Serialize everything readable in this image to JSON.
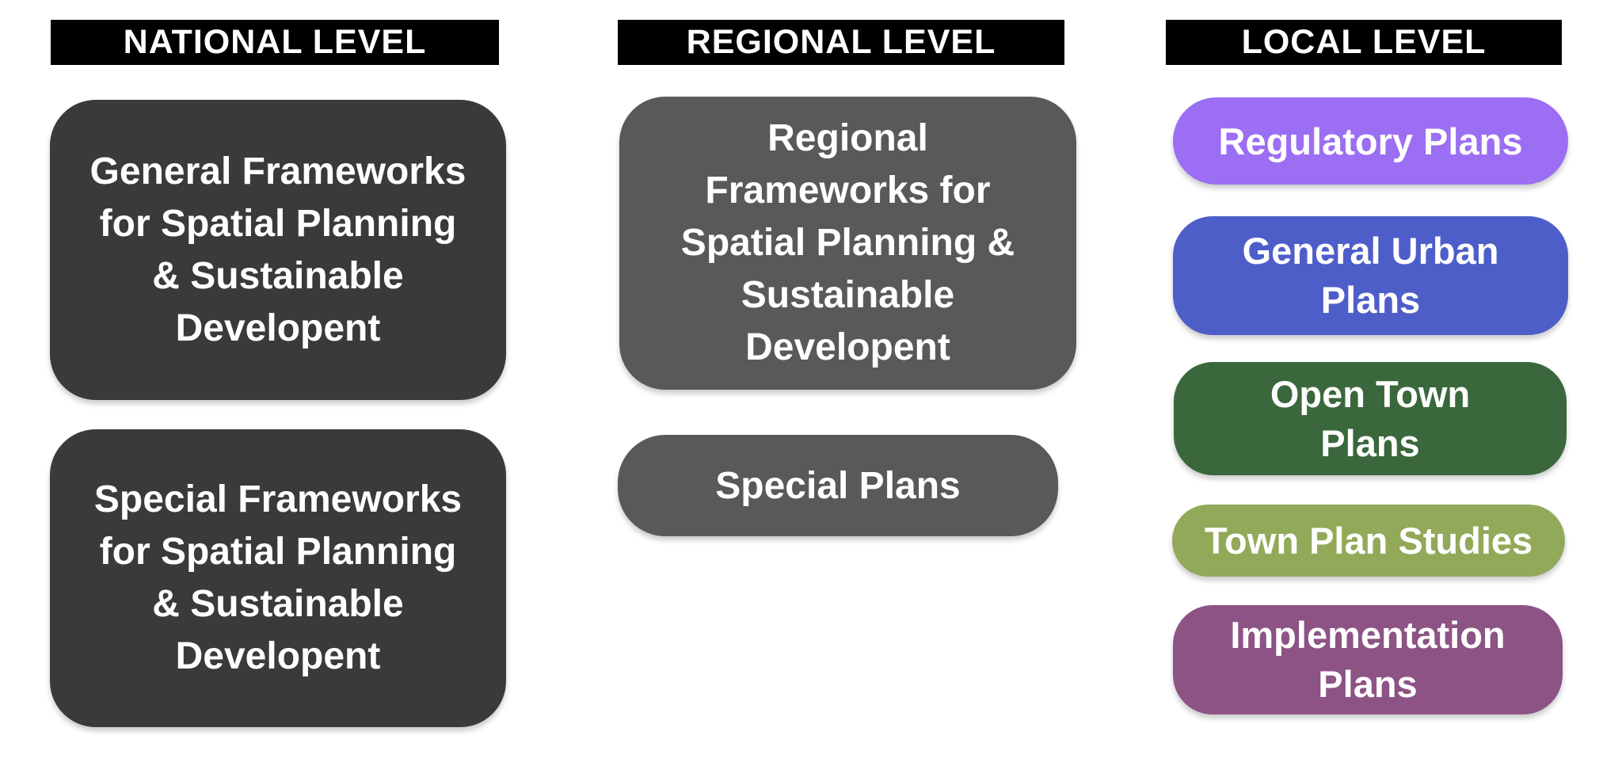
{
  "page": {
    "background": "#ffffff"
  },
  "diagram": {
    "columns": [
      {
        "id": "national",
        "header": {
          "label": "NATIONAL LEVEL",
          "bg": "#000000",
          "text_color": "#ffffff"
        },
        "boxes": [
          {
            "id": "general-frameworks",
            "label": "General Frameworks\nfor Spatial Planning\n& Sustainable\nDevelopent",
            "bg": "#3a3a3a",
            "text_color": "#ffffff"
          },
          {
            "id": "special-frameworks",
            "label": "Special Frameworks\nfor Spatial Planning\n& Sustainable\nDevelopent",
            "bg": "#3a3a3a",
            "text_color": "#ffffff"
          }
        ]
      },
      {
        "id": "regional",
        "header": {
          "label": "REGIONAL LEVEL",
          "bg": "#000000",
          "text_color": "#ffffff"
        },
        "boxes": [
          {
            "id": "regional-frameworks",
            "label": "Regional\nFrameworks for\nSpatial Planning &\nSustainable\nDevelopent",
            "bg": "#595959",
            "text_color": "#ffffff"
          },
          {
            "id": "special-plans",
            "label": "Special Plans",
            "bg": "#595959",
            "text_color": "#ffffff"
          }
        ]
      },
      {
        "id": "local",
        "header": {
          "label": "LOCAL LEVEL",
          "bg": "#000000",
          "text_color": "#ffffff"
        },
        "boxes": [
          {
            "id": "regulatory-plans",
            "label": "Regulatory Plans",
            "bg": "#9b6ef3",
            "text_color": "#ffffff"
          },
          {
            "id": "general-urban-plans",
            "label": "General Urban\nPlans",
            "bg": "#4e5ec8",
            "text_color": "#ffffff"
          },
          {
            "id": "open-town-plans",
            "label": "Open Town\nPlans",
            "bg": "#3a683c",
            "text_color": "#ffffff"
          },
          {
            "id": "town-plan-studies",
            "label": "Town Plan Studies",
            "bg": "#92a95a",
            "text_color": "#ffffff"
          },
          {
            "id": "implementation-plans",
            "label": "Implementation\nPlans",
            "bg": "#8c5384",
            "text_color": "#ffffff"
          }
        ]
      }
    ]
  }
}
